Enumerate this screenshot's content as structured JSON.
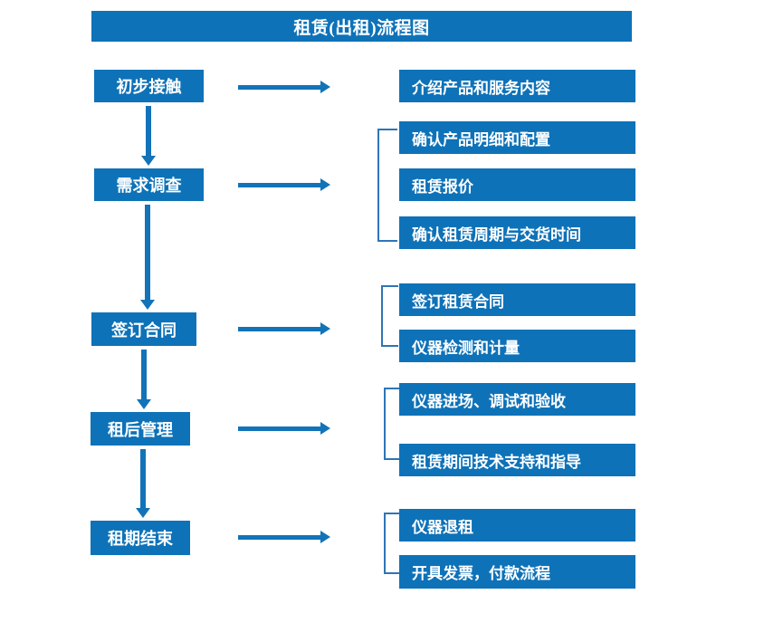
{
  "diagram": {
    "title": "租赁(出租)流程图",
    "accent_color": "#0e72b8",
    "arrow_color": "#1273b8",
    "bracket_color": "#2e75b6",
    "background_color": "#ffffff",
    "text_color": "#ffffff"
  },
  "stages": [
    {
      "key": "initial-contact",
      "label": "初步接触",
      "details": [
        "介绍产品和服务内容"
      ]
    },
    {
      "key": "needs-survey",
      "label": "需求调查",
      "details": [
        "确认产品明细和配置",
        "租赁报价",
        "确认租赁周期与交货时间"
      ]
    },
    {
      "key": "sign-contract",
      "label": "签订合同",
      "details": [
        "签订租赁合同",
        "仪器检测和计量"
      ]
    },
    {
      "key": "post-rental-management",
      "label": "租后管理",
      "details": [
        "仪器进场、调试和验收",
        "租赁期间技术支持和指导"
      ]
    },
    {
      "key": "rental-end",
      "label": "租期结束",
      "details": [
        "仪器退租",
        "开具发票，付款流程"
      ]
    }
  ],
  "detail_boxes": {
    "b0": "介绍产品和服务内容",
    "b1": "确认产品明细和配置",
    "b2": "租赁报价",
    "b3": "确认租赁周期与交货时间",
    "b4": "签订租赁合同",
    "b5": "仪器检测和计量",
    "b6": "仪器进场、调试和验收",
    "b7": "租赁期间技术支持和指导",
    "b8": "仪器退租",
    "b9": "开具发票，付款流程"
  }
}
